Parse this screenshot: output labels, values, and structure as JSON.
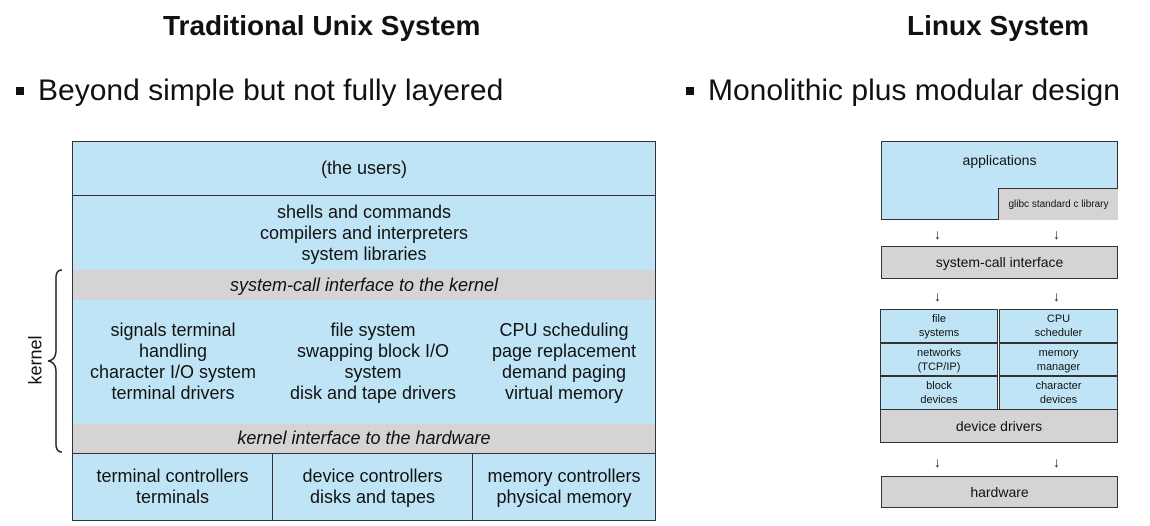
{
  "left": {
    "title": "Traditional Unix System",
    "bullet": "Beyond simple but not fully layered",
    "kernel_label": "kernel",
    "users": "(the users)",
    "shells": [
      "shells and commands",
      "compilers and interpreters",
      "system libraries"
    ],
    "syscall": "system-call interface to the kernel",
    "kernel_cols": [
      [
        "signals terminal",
        "handling",
        "character I/O system",
        "terminal drivers"
      ],
      [
        "file system",
        "swapping block I/O",
        "system",
        "disk and tape drivers"
      ],
      [
        "CPU scheduling",
        "page replacement",
        "demand paging",
        "virtual memory"
      ]
    ],
    "hw_interface": "kernel interface to the hardware",
    "hardware_cols": [
      [
        "terminal controllers",
        "terminals"
      ],
      [
        "device controllers",
        "disks and tapes"
      ],
      [
        "memory controllers",
        "physical memory"
      ]
    ]
  },
  "right": {
    "title": "Linux System",
    "bullet": "Monolithic plus modular design",
    "applications": "applications",
    "glibc": "glibc standard c library",
    "syscall": "system-call interface",
    "modules": [
      [
        [
          "file",
          "systems"
        ],
        [
          "CPU",
          "scheduler"
        ]
      ],
      [
        [
          "networks",
          "(TCP/IP)"
        ],
        [
          "memory",
          "manager"
        ]
      ],
      [
        [
          "block",
          "devices"
        ],
        [
          "character",
          "devices"
        ]
      ]
    ],
    "device_drivers": "device drivers",
    "hardware": "hardware",
    "arrow_glyph": "↓"
  },
  "colors": {
    "blue": "#bfe4f6",
    "gray": "#d5d3d3"
  }
}
